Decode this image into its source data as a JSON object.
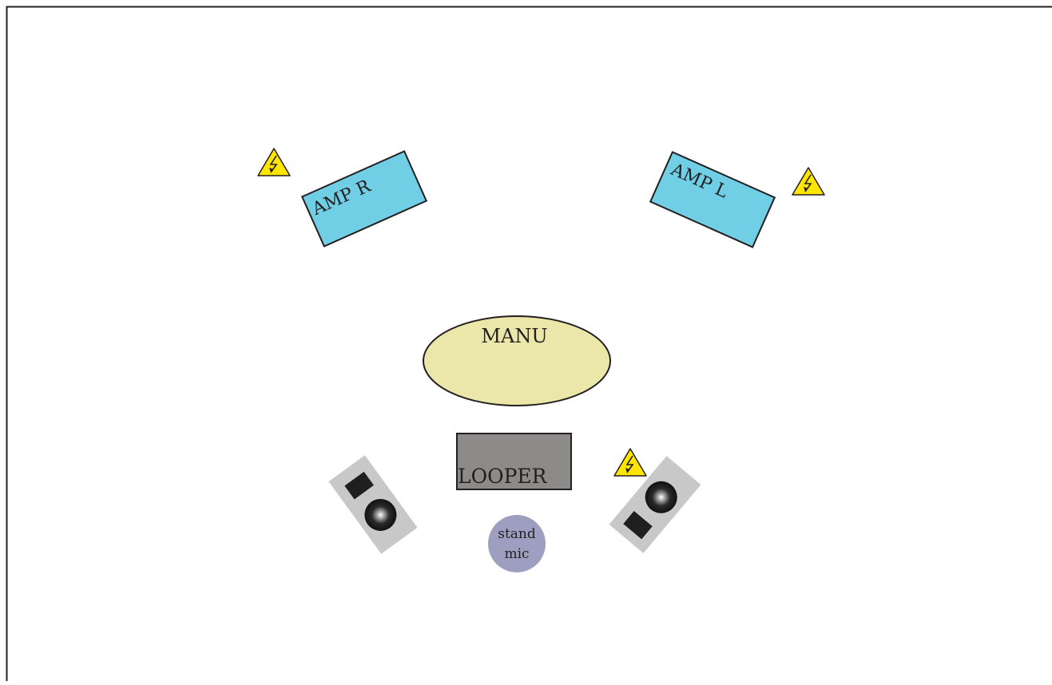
{
  "colors": {
    "border": "#231f20",
    "amp_fill": "#70cfe5",
    "performer_fill": "#ebe6a9",
    "looper_fill": "#8c8b8a",
    "monitor_body": "#c8c8c8",
    "monitor_dark": "#1f1f1f",
    "mic_fill": "#9e9fc0",
    "warning_fill": "#ffe600"
  },
  "amp_right": {
    "label": "AMP R",
    "icon": "electrical-warning-icon"
  },
  "amp_left": {
    "label": "AMP L",
    "icon": "electrical-warning-icon"
  },
  "performer": {
    "label": "MANU"
  },
  "looper": {
    "label": "LOOPER",
    "icon": "electrical-warning-icon"
  },
  "stand_mic": {
    "line1": "stand",
    "line2": "mic"
  },
  "monitors": {
    "left_icon": "monitor-speaker-icon",
    "right_icon": "monitor-speaker-icon"
  }
}
